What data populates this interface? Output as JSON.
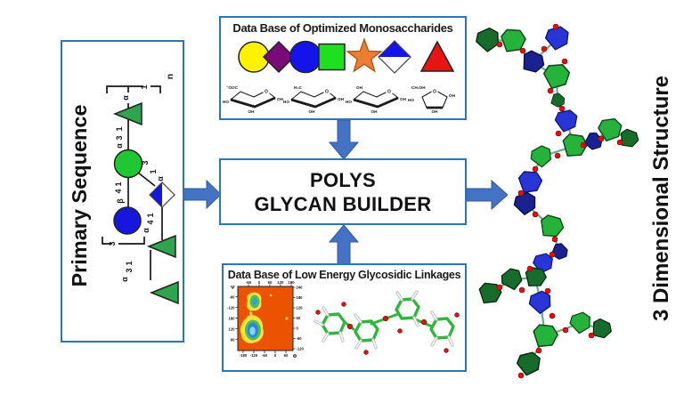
{
  "colors": {
    "box_border": "#2E75B6",
    "arrow_fill": "#4472C4",
    "arrow_edge": "#30599C",
    "sym_yellow": "#FFF200",
    "sym_purple": "#7A0A78",
    "sym_blue": "#1414E8",
    "sym_green": "#1FE01F",
    "sym_orange": "#ED7D31",
    "sym_orange_edge": "#A85515",
    "sym_red": "#E81414",
    "gly_circle_green": "#1FC832",
    "gly_triangle_green": "#2FA44C",
    "gly_blue": "#1616DC",
    "map_bg": "#EB5300",
    "map_yellow": "#FFE23C",
    "map_green": "#46C060",
    "map_blue": "#2F86D8",
    "map_core": "#8FD0EA",
    "ring_green": "#25B33C",
    "ring_dark_green": "#176B2B",
    "ring_blue": "#2A35D8",
    "ring_dark_blue": "#1A2290",
    "stick_green": "#2DB83C",
    "oxygen_red": "#E01010"
  },
  "left_panel": {
    "title": "Primary Sequence",
    "repeat_unit": {
      "c1": "1",
      "n": "n",
      "anomeric": "α"
    },
    "links": [
      {
        "d1": "1",
        "d2": "3",
        "g": "α"
      },
      {
        "d1": "3",
        "d2": "1",
        "g": "α"
      },
      {
        "d1": "1",
        "d2": "4",
        "g": "β"
      },
      {
        "d1": "1",
        "d2": "4",
        "g": "α"
      },
      {
        "d1": "1",
        "d2": "3",
        "g": "α"
      }
    ],
    "bottom_bracket_locant": "3",
    "symbols": [
      "green-triangle",
      "green-circle",
      "blue-white-diamond",
      "blue-circle",
      "green-triangle",
      "green-triangle"
    ]
  },
  "top_box": {
    "title": "Data Base of Optimized Monosaccharides",
    "symbols": [
      "yellow-circle",
      "purple-diamond",
      "blue-circle",
      "green-square",
      "orange-star",
      "blue-white-diamond",
      "red-triangle"
    ],
    "structures": [
      {
        "top": "⁻OOC",
        "left": "HO",
        "right": "OH",
        "bottom": "OH",
        "ring_o": "O"
      },
      {
        "top": "H₃C",
        "left": "HO",
        "right": "OH",
        "bottom": "OH",
        "ring_o": "O"
      },
      {
        "top": "OH",
        "left": "HO",
        "right": "OH",
        "bottom": "OH",
        "ring_o": "O"
      },
      {
        "top": "CH₂OH",
        "left": "HO",
        "right": "OH",
        "bottom": "OH",
        "ring_o": "O"
      }
    ]
  },
  "center_box": {
    "line1": "POLYS",
    "line2": "GLYCAN BUILDER"
  },
  "bottom_box": {
    "title": "Data Base of Low Energy Glycosidic Linkages",
    "heatmap": {
      "type": "energy-map",
      "xlabel": "Φ",
      "ylabel": "Ψ",
      "x_ticks_bottom": [
        "-180",
        "-120",
        "-60",
        "0",
        "60"
      ],
      "x_ticks_top": [
        "-60",
        "0",
        "60",
        "120",
        "180"
      ],
      "y_ticks_left": [
        "-60",
        "-120",
        "180",
        "120",
        "60"
      ],
      "y_ticks_right": [
        "240",
        "180",
        "120",
        "60",
        "0",
        "-60",
        "-120"
      ]
    }
  },
  "right_panel": {
    "title": "3 Dimensional Structure"
  }
}
